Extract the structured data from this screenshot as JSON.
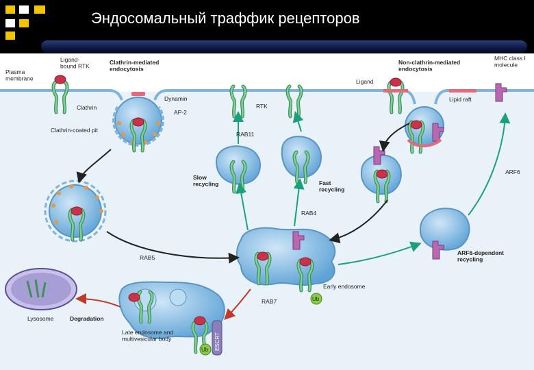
{
  "title": "Эндосомальный траффик рецепторов",
  "colors": {
    "background": "#000000",
    "figure": "#ffffff",
    "cytoplasm": "#e8f1f8",
    "membrane": "#7fb3d9",
    "vesicle": "#8ec4ea",
    "receptor": "#5fb37a",
    "ligand": "#c9324a",
    "mhc": "#b868b0",
    "arrow_black": "#222222",
    "arrow_green": "#1aa07a",
    "arrow_red": "#c0392b",
    "ub": "#8cc84b",
    "escrt": "#8a7fb8"
  },
  "labels": {
    "ligand_bound_rtk": "Ligand-\nbound RTK",
    "plasma_membrane": "Plasma\nmembrane",
    "clathrin_mediated": "Clathrin-mediated\nendocytosis",
    "dynamin": "Dynamin",
    "clathrin": "Clathrin",
    "ap2": "AP-2",
    "clathrin_coated_pit": "Clathrin-coated pit",
    "rtk": "RTK",
    "rab11": "RAB11",
    "slow_recycling": "Slow\nrecycling",
    "fast_recycling": "Fast\nrecycling",
    "rab4": "RAB4",
    "rab5": "RAB5",
    "rab7": "RAB7",
    "early_endosome": "Early endosome",
    "ub": "Ub",
    "escrt": "ESCRT",
    "lysosome": "Lysosome",
    "degradation": "Degradation",
    "late_endosome": "Late endosome and\nmultivesicular body",
    "non_clathrin": "Non-clathrin-mediated\nendocytosis",
    "ligand": "Ligand",
    "lipid_raft": "Lipid raft",
    "mhc": "MHC class I\nmolecule",
    "arf6": "ARF6",
    "arf6_recycling": "ARF6-dependent\nrecycling"
  }
}
